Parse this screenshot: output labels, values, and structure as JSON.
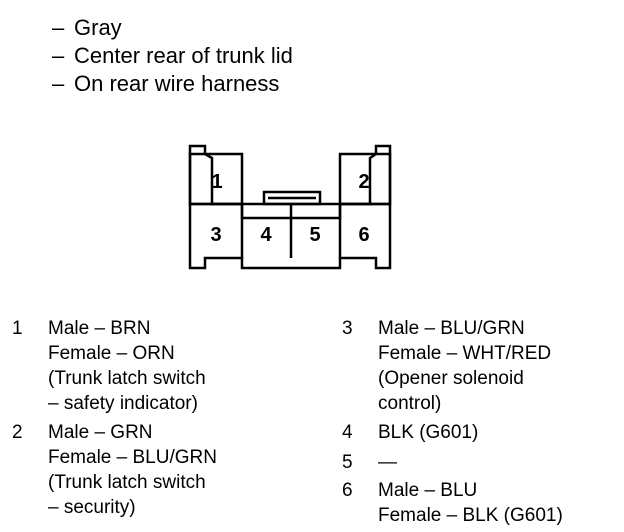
{
  "header": {
    "lines": [
      "Gray",
      "Center rear of trunk lid",
      "On rear wire harness"
    ],
    "dash": "–"
  },
  "connector": {
    "cavities": [
      "1",
      "2",
      "3",
      "4",
      "5",
      "6"
    ]
  },
  "pins": [
    {
      "num": "1",
      "lines": [
        "Male – BRN",
        "Female – ORN",
        "(Trunk latch switch",
        "– safety indicator)"
      ]
    },
    {
      "num": "2",
      "lines": [
        "Male – GRN",
        "Female – BLU/GRN",
        "(Trunk latch switch",
        "– security)"
      ]
    },
    {
      "num": "3",
      "lines": [
        "Male – BLU/GRN",
        "Female – WHT/RED",
        "(Opener solenoid",
        "control)"
      ]
    },
    {
      "num": "4",
      "lines": [
        "BLK (G601)"
      ]
    },
    {
      "num": "5",
      "lines": [
        "—"
      ]
    },
    {
      "num": "6",
      "lines": [
        "Male – BLU",
        "Female – BLK (G601)"
      ]
    }
  ]
}
